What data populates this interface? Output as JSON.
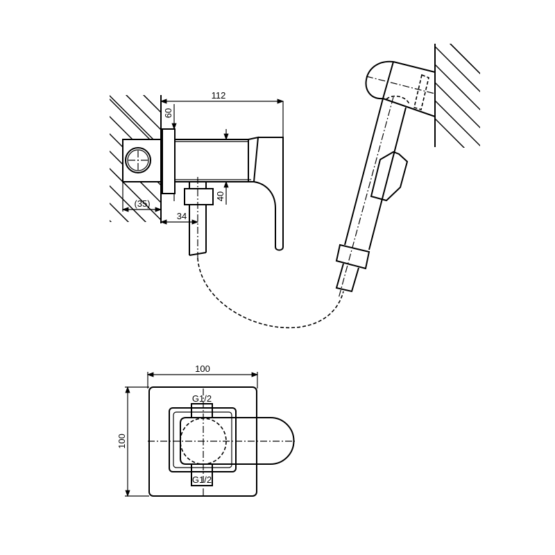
{
  "side_view": {
    "dim_length": "112",
    "dim_plate": "60",
    "dim_body": "40",
    "dim_outlet": "34",
    "dim_depth": "(35)"
  },
  "front_view": {
    "dim_width": "100",
    "dim_height": "100",
    "port_top": "G1/2",
    "port_bottom": "G1/2"
  }
}
